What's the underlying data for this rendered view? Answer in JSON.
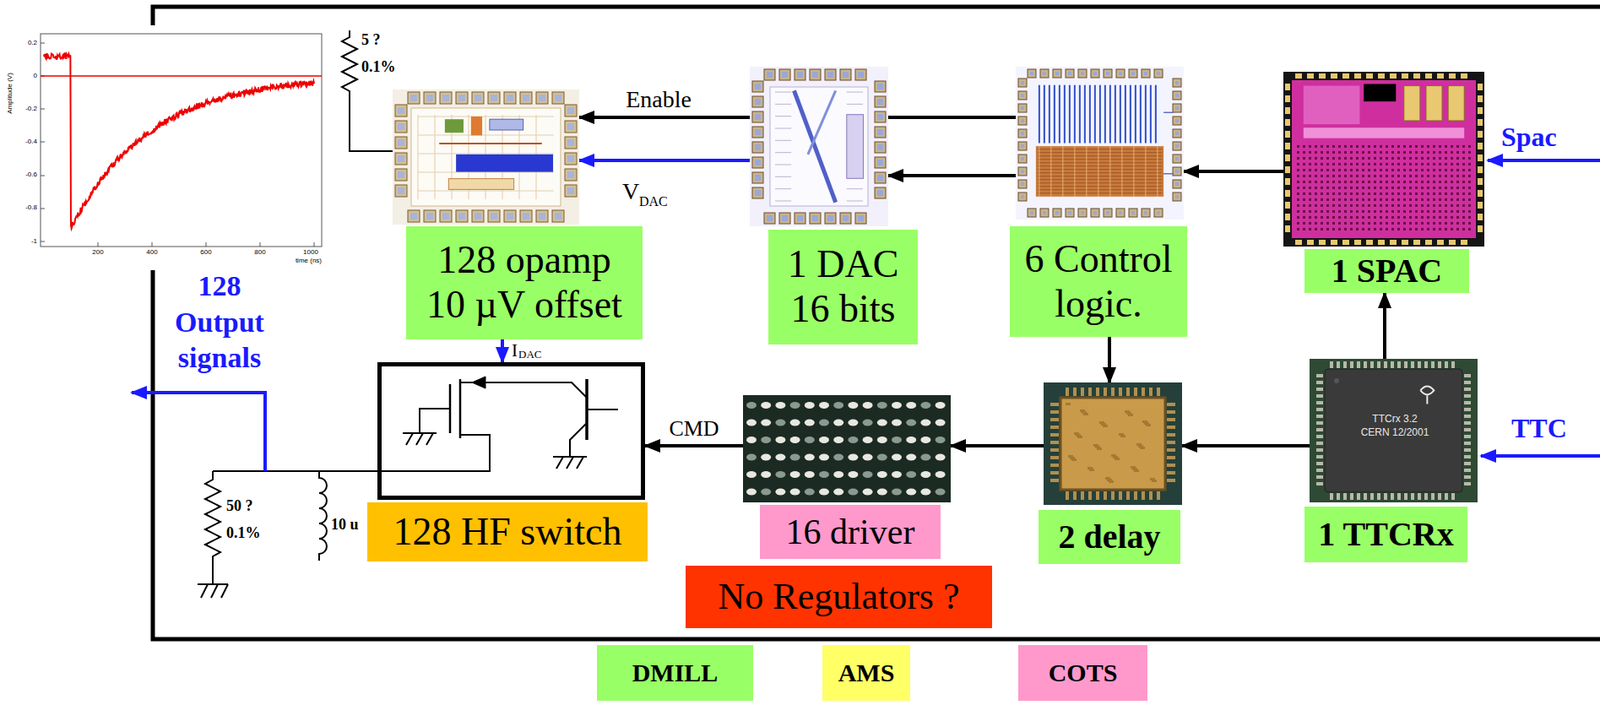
{
  "diagram": {
    "nodes": [
      {
        "text": [
          "128 opamp 10 µV offset"
        ]
      },
      {
        "text": [
          "1 DAC 16 bits"
        ]
      },
      {
        "text": [
          "6 Control logic."
        ]
      },
      {
        "text": [
          "1 SPAC"
        ]
      },
      {
        "text": [
          "1 TTCRx"
        ]
      },
      {
        "text": [
          "2 delay"
        ]
      },
      {
        "text": [
          "16 driver"
        ]
      },
      {
        "text": [
          "128 HF switch"
        ]
      },
      {
        "text": [
          "No Regulators ?"
        ]
      }
    ],
    "edges": [
      {
        "from": 2,
        "to": 0,
        "arrow": "to",
        "label": "Enable"
      },
      {
        "from": 1,
        "to": 0,
        "arrow": "to"
      },
      {
        "from": 2,
        "to": 1,
        "arrow": "to"
      },
      {
        "from": 3,
        "to": 2,
        "arrow": "to"
      },
      {
        "from": 4,
        "to": 3,
        "arrow": "to"
      },
      {
        "from": 4,
        "to": 5,
        "arrow": "to"
      },
      {
        "from": 2,
        "to": 5,
        "arrow": "to"
      },
      {
        "from": 5,
        "to": 6,
        "arrow": "to"
      },
      {
        "from": 6,
        "to": 7,
        "arrow": "to",
        "label": "CMD"
      },
      {
        "from": 0,
        "to": 7,
        "arrow": "to"
      }
    ],
    "labels": [
      "Amplitude (V)",
      "0.2",
      "0",
      "-0.2",
      "-0.4",
      "-0.6",
      "-0.8",
      "-1",
      "200",
      "400",
      "600",
      "800",
      "1000",
      "time (ns)",
      "5 ?",
      "0.1%",
      "V",
      "DAC",
      "128 Output signals",
      "I",
      "DAC",
      "50 ?",
      "0.1%",
      "10 u",
      "Spac",
      "TTC",
      "TTCrx 3.2",
      "CERN 12/2001"
    ],
    "legend": [
      {
        "text": "DMILL",
        "color": "#99ff66"
      },
      {
        "text": "AMS",
        "color": "#ffff66"
      },
      {
        "text": "COTS",
        "color": "#ff99cc"
      }
    ]
  }
}
